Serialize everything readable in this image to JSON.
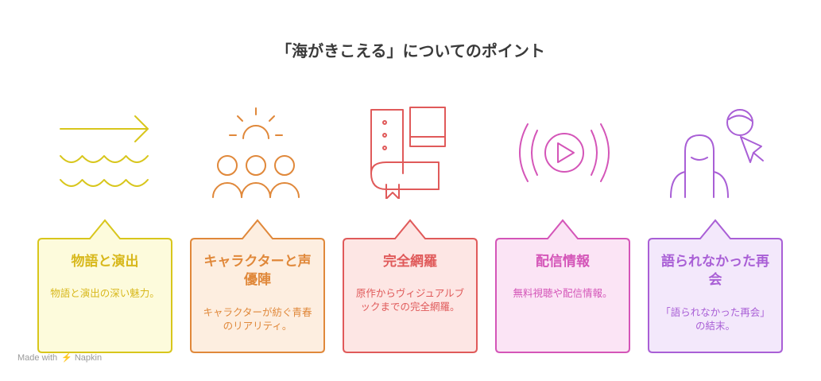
{
  "title": "「海がきこえる」についてのポイント",
  "cards": [
    {
      "heading": "物語と演出",
      "desc": "物語と演出の深い魅力。",
      "color": "#d8c61c",
      "fill": "#fdfbdc",
      "icon": "arrow-waves-icon"
    },
    {
      "heading": "キャラクターと声優陣",
      "desc": "キャラクターが紡ぐ青春のリアリティ。",
      "color": "#e0883a",
      "fill": "#fdeee0",
      "icon": "group-icon"
    },
    {
      "heading": "完全網羅",
      "desc": "原作からヴィジュアルブックまでの完全網羅。",
      "color": "#e05a5a",
      "fill": "#fde6e4",
      "icon": "books-icon"
    },
    {
      "heading": "配信情報",
      "desc": "無料視聴や配信情報。",
      "color": "#d455b8",
      "fill": "#fbe4f5",
      "icon": "broadcast-play-icon"
    },
    {
      "heading": "語られなかった再会",
      "desc": "「語られなかった再会」の結末。",
      "color": "#a95fd6",
      "fill": "#f3e8fb",
      "icon": "reunion-people-icon"
    }
  ],
  "footer": {
    "made_with": "Made with",
    "brand": "Napkin"
  }
}
